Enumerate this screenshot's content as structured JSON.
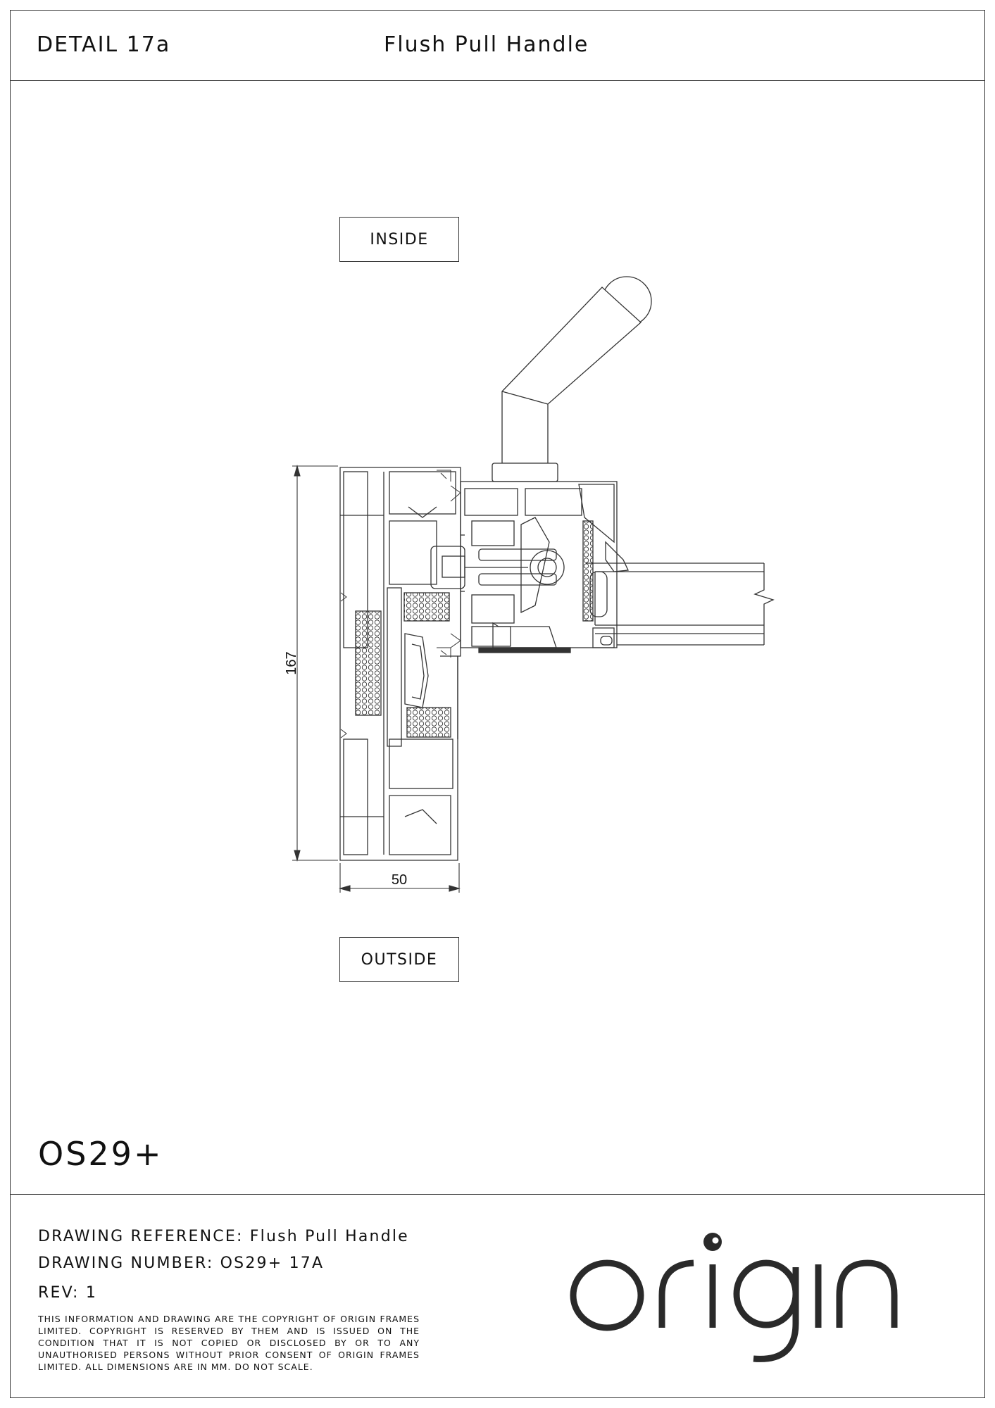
{
  "header": {
    "detail": "DETAIL  17a",
    "title": "Flush  Pull  Handle"
  },
  "drawing": {
    "inside_label": "INSIDE",
    "outside_label": "OUTSIDE",
    "dim_height": "167",
    "dim_width": "50"
  },
  "model": "OS29+",
  "title_block": {
    "reference": "DRAWING  REFERENCE:  Flush  Pull  Handle",
    "number": "DRAWING  NUMBER:  OS29+  17A",
    "rev": "REV:  1",
    "copyright": "THIS INFORMATION AND DRAWING ARE THE COPYRIGHT OF ORIGIN FRAMES LIMITED. COPYRIGHT IS RESERVED BY THEM AND IS ISSUED ON THE CONDITION THAT IT IS NOT COPIED OR DISCLOSED BY OR TO ANY UNAUTHORISED PERSONS WITHOUT PRIOR CONSENT OF ORIGIN FRAMES LIMITED. ALL DIMENSIONS ARE IN MM. DO NOT SCALE."
  },
  "logo": {
    "wordmark": "origin",
    "color": "#2a2a2a"
  }
}
